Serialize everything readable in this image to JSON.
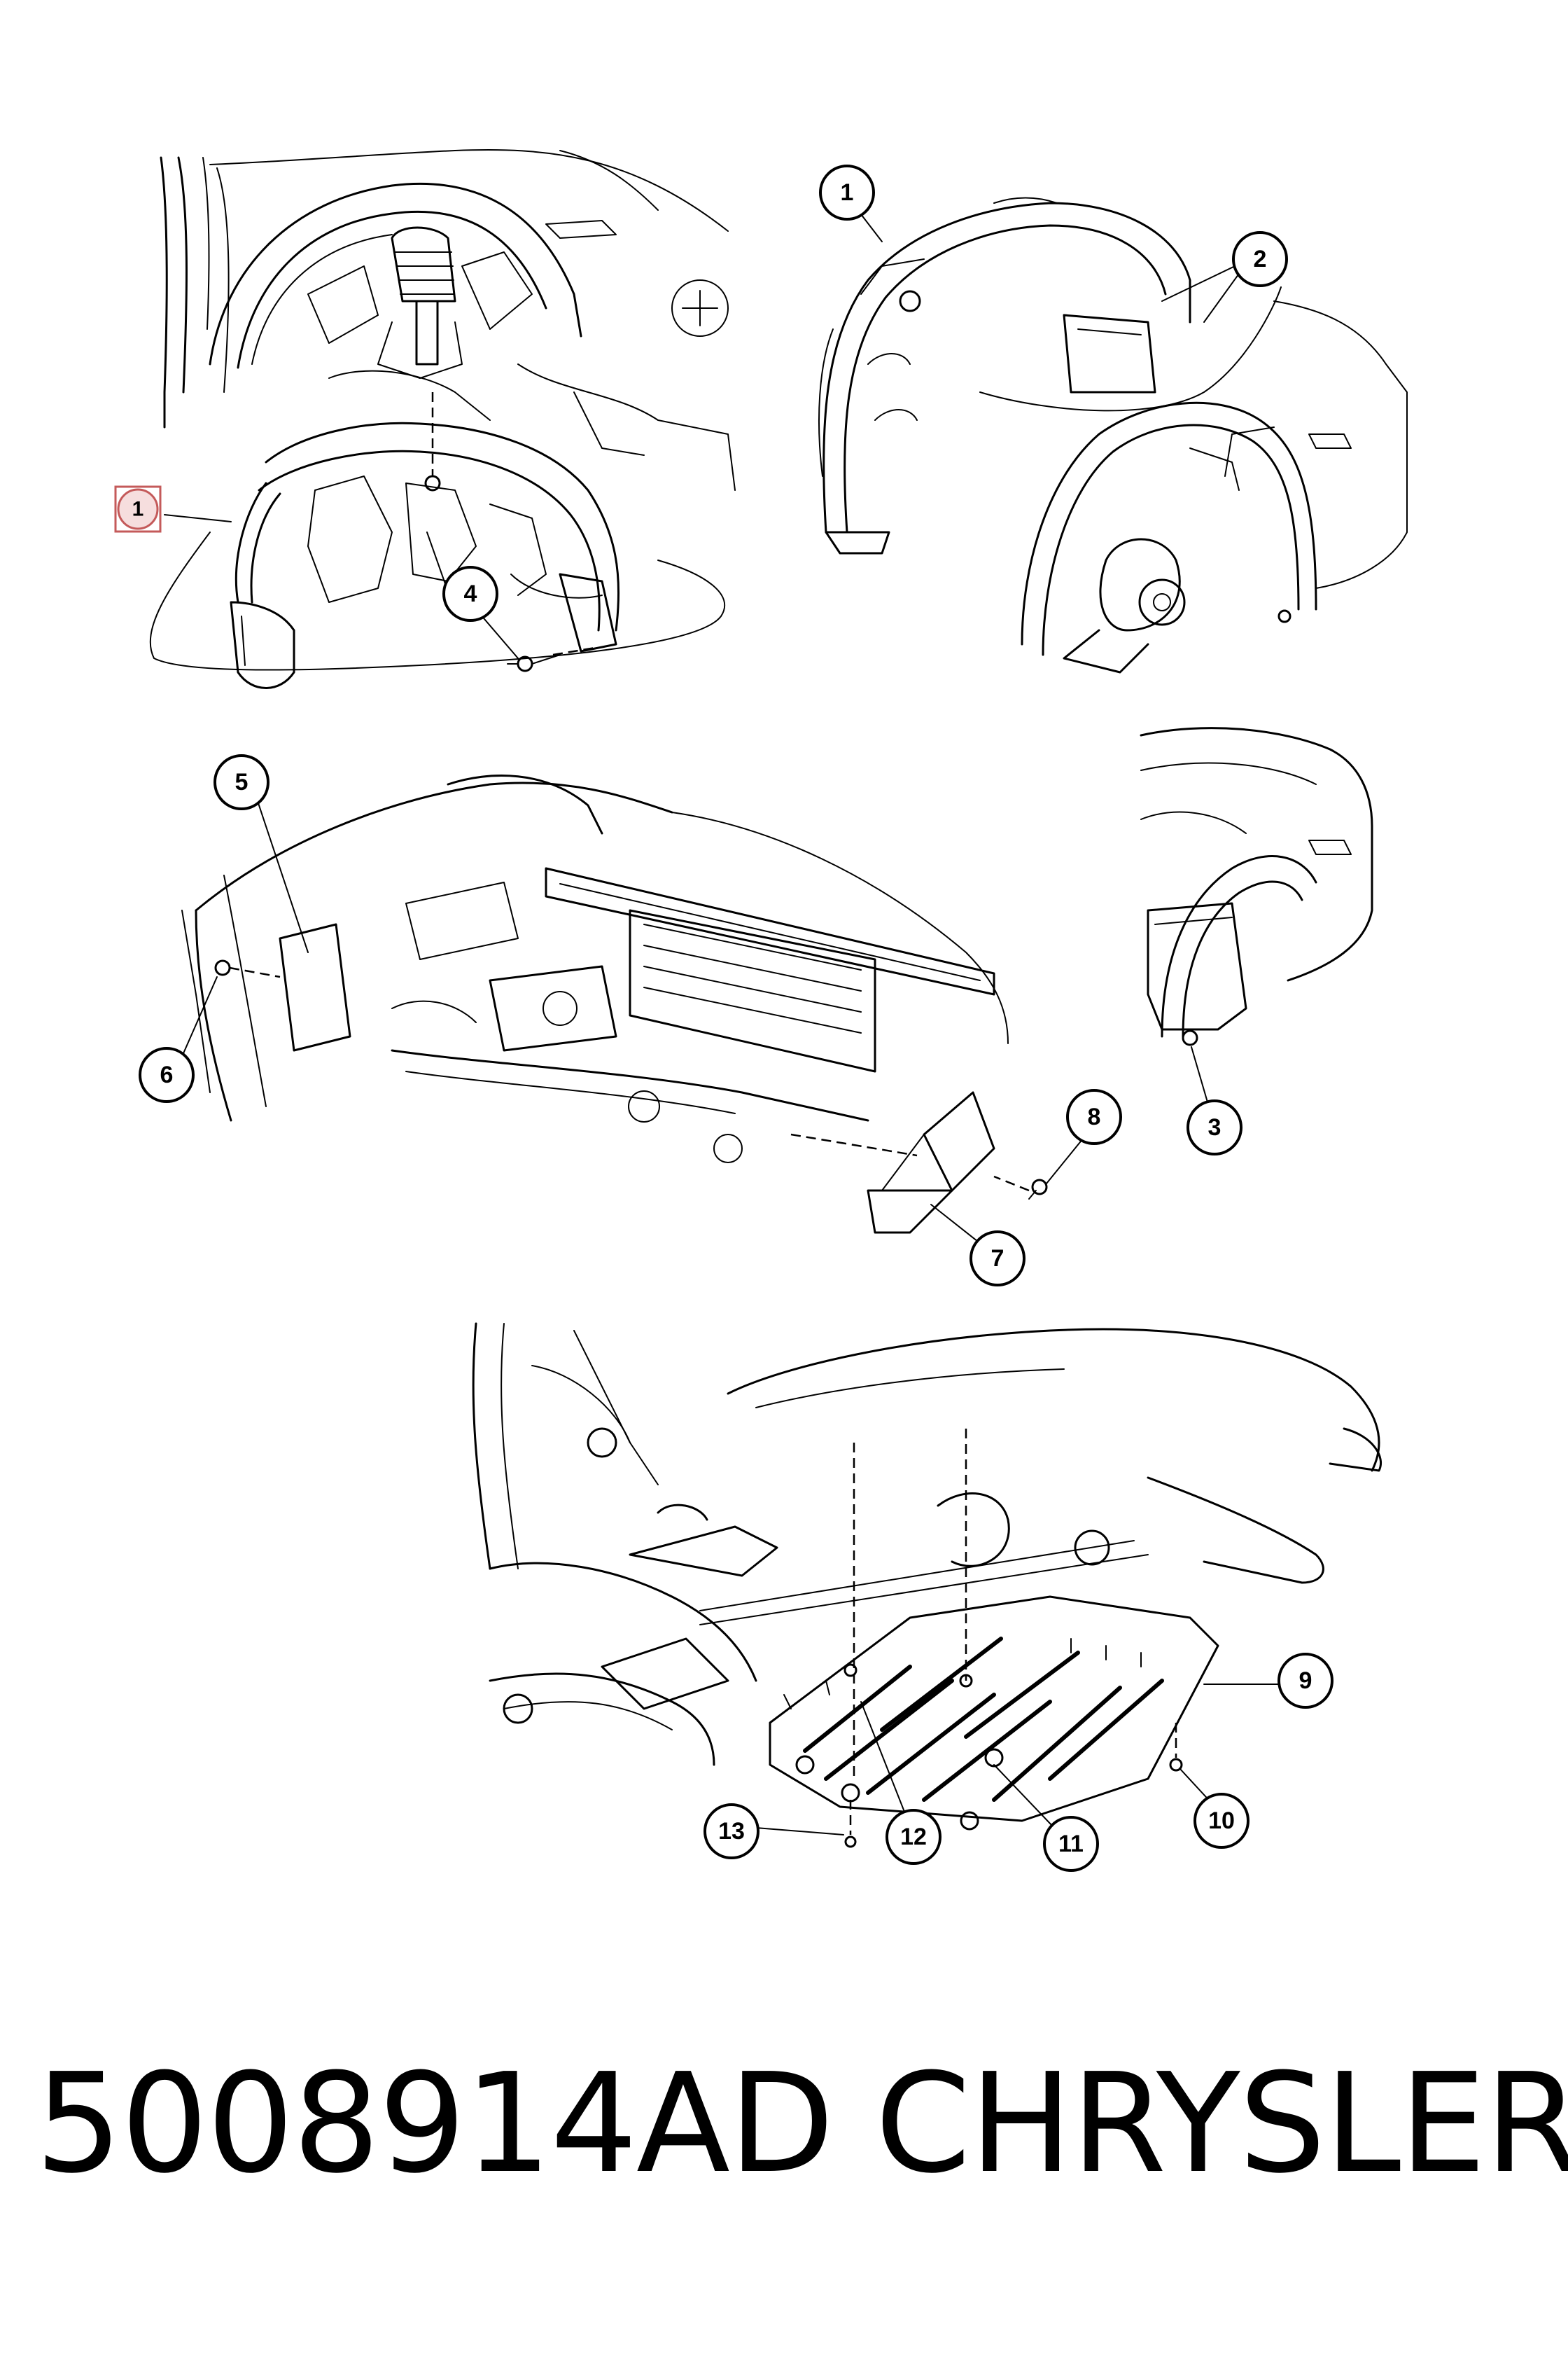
{
  "callouts": {
    "c1_highlighted": "1",
    "c1": "1",
    "c2": "2",
    "c3": "3",
    "c4": "4",
    "c5": "5",
    "c6": "6",
    "c7": "7",
    "c8": "8",
    "c9": "9",
    "c10": "10",
    "c11": "11",
    "c12": "12",
    "c13": "13"
  },
  "footer": {
    "part_number": "5008914AD",
    "brand": "CHRYSLER"
  },
  "colors": {
    "line": "#000000",
    "highlight_stroke": "#c45a5a",
    "highlight_fill": "#f6dede",
    "background": "#ffffff"
  }
}
